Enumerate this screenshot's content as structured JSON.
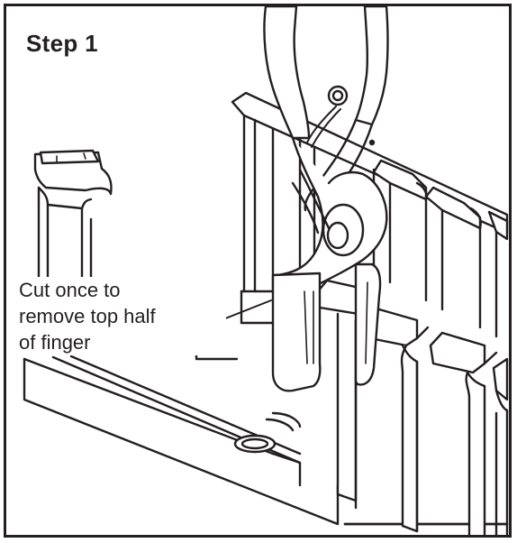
{
  "step": {
    "title": "Step 1"
  },
  "callout": {
    "lines": [
      "Cut once to",
      "remove top half",
      "of finger"
    ]
  },
  "colors": {
    "ink": "#231f20",
    "paper": "#ffffff"
  }
}
